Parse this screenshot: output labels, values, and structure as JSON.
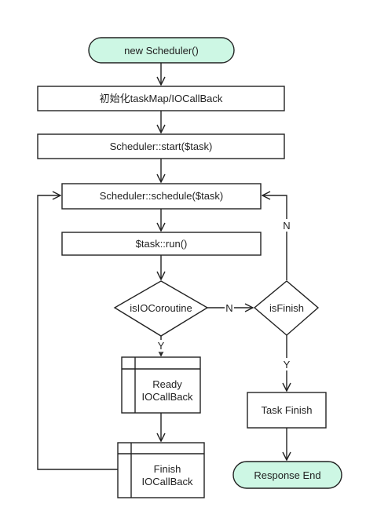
{
  "colors": {
    "stroke": "#222222",
    "terminal_fill": "#cdf7e4",
    "box_fill": "#ffffff"
  },
  "nodes": {
    "start": "new Scheduler()",
    "init": "初始化taskMap/IOCallBack",
    "start_task": "Scheduler::start($task)",
    "schedule": "Scheduler::schedule($task)",
    "run": "$task::run()",
    "is_io": "isIOCoroutine",
    "is_finish": "isFinish",
    "ready_line1": "Ready",
    "ready_line2": "IOCallBack",
    "finish_line1": "Finish",
    "finish_line2": "IOCallBack",
    "task_finish": "Task Finish",
    "response_end": "Response End"
  },
  "edges": {
    "io_no": "N",
    "io_yes": "Y",
    "finish_no": "N",
    "finish_yes": "Y"
  }
}
